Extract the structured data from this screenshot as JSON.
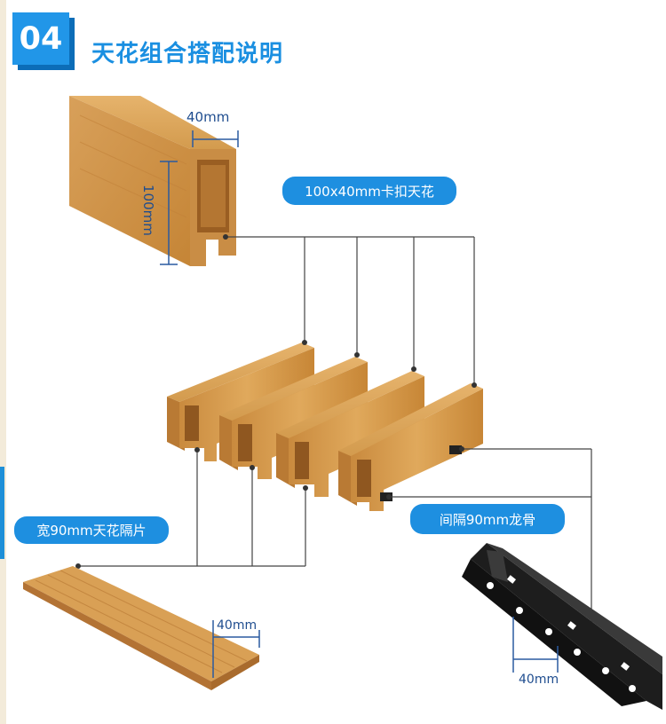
{
  "section": {
    "number": "04",
    "title": "天花组合搭配说明"
  },
  "labels": {
    "product": "100x40mm卡扣天花",
    "strip": "宽90mm天花隔片",
    "keel": "间隔90mm龙骨"
  },
  "dimensions": {
    "width_top": "40mm",
    "height": "100mm",
    "strip_width": "40mm",
    "keel_width": "40mm"
  },
  "colors": {
    "accent_blue": "#1e8fe0",
    "dim_text": "#1f4d8f",
    "wood": "#d9a055"
  }
}
